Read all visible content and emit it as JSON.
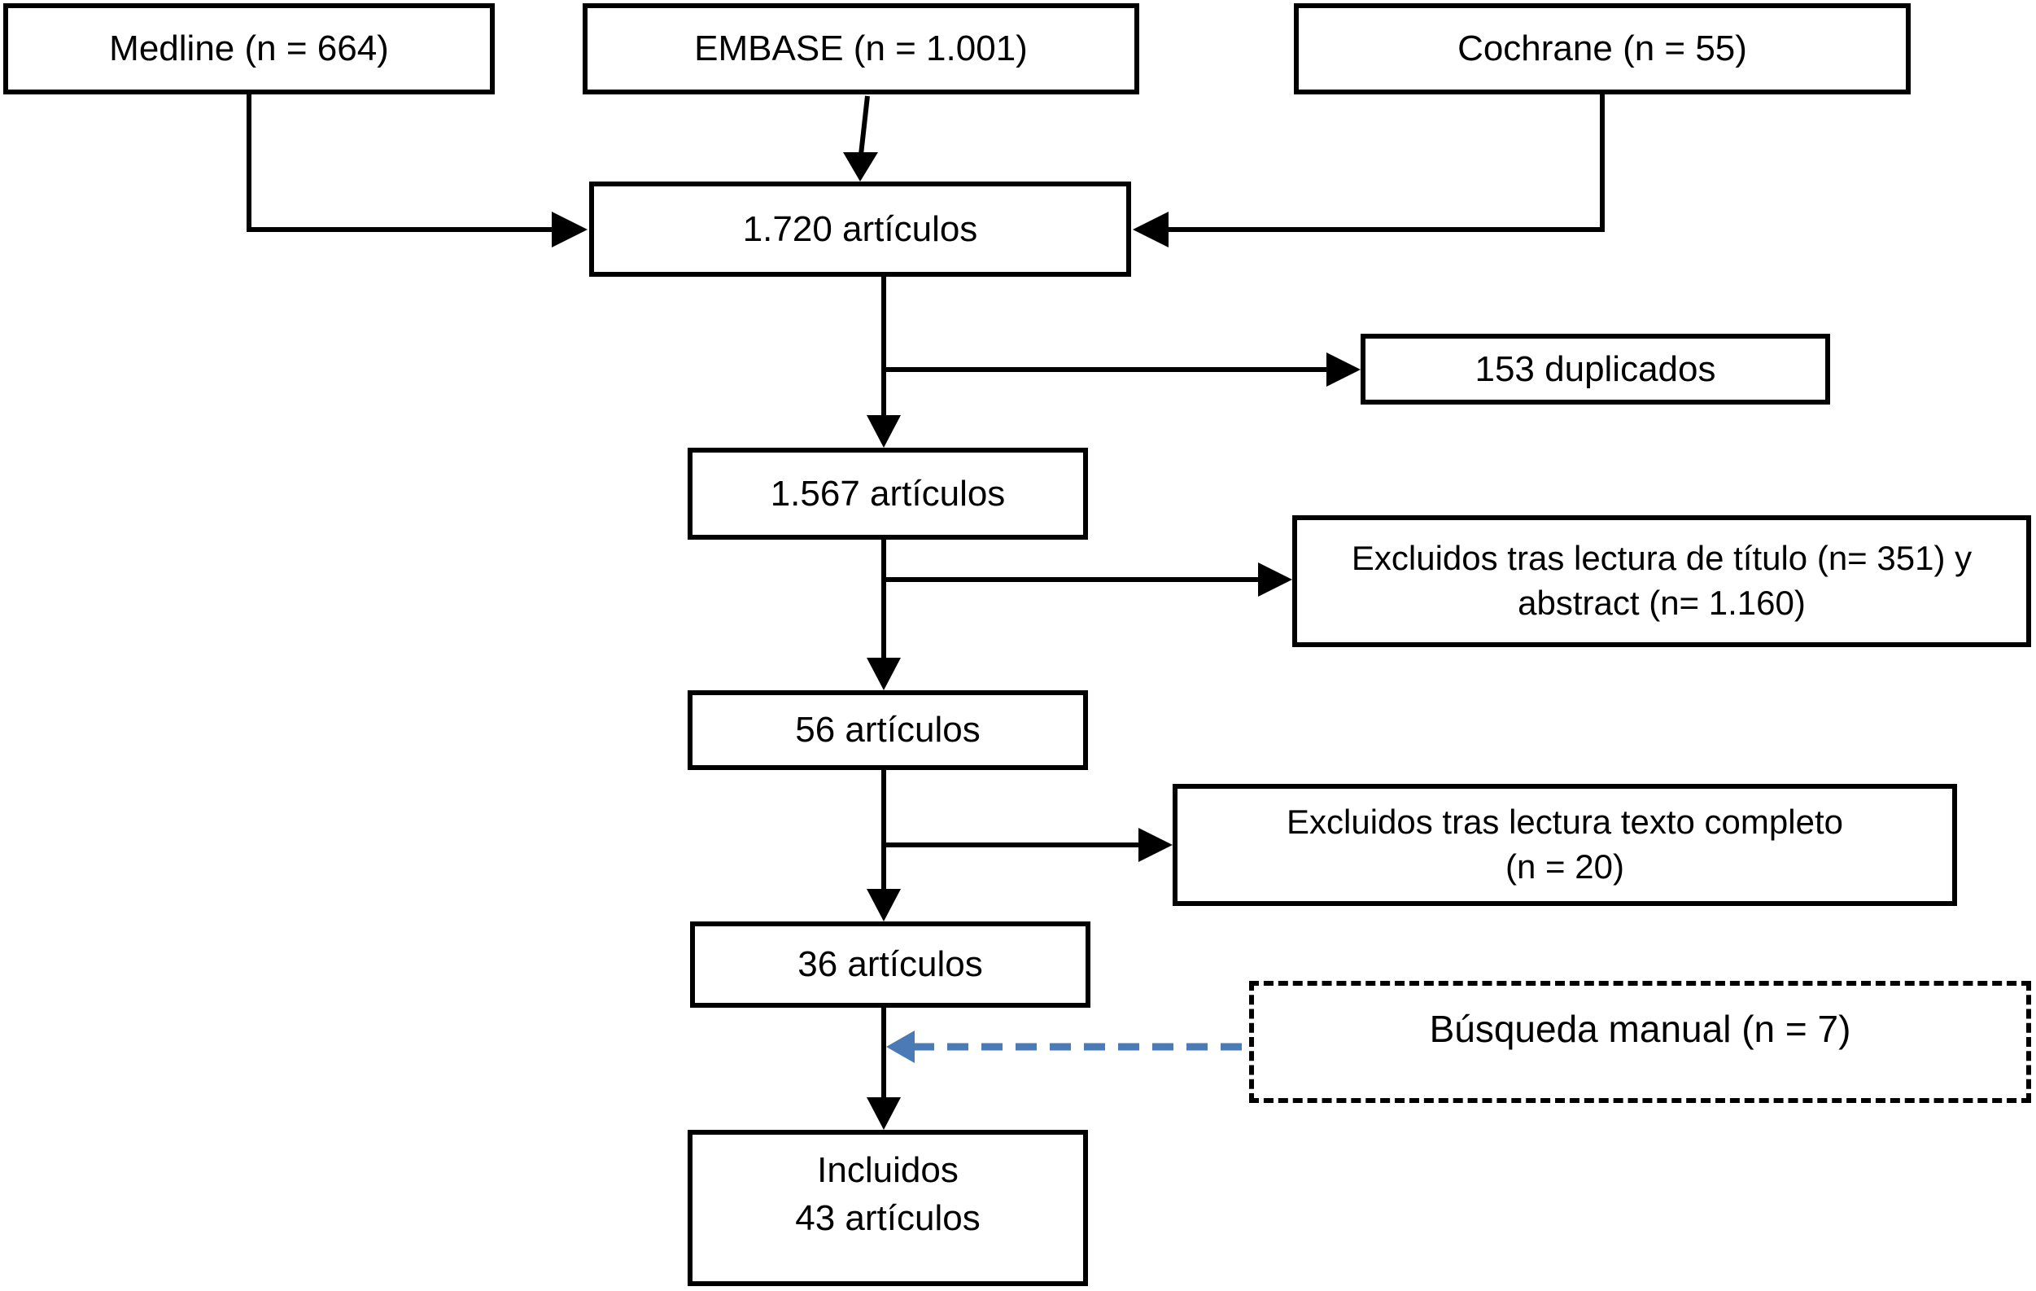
{
  "figure": {
    "type": "flow-diagram",
    "description": "Systematic review article selection flowchart (Spanish)",
    "background_color": "#ffffff",
    "line_color": "#000000",
    "manual_arrow_color": "#4a7bb7"
  },
  "boxes": {
    "medline": {
      "label": "Medline (n = 664)"
    },
    "embase": {
      "label": "EMBASE (n = 1.001)"
    },
    "cochrane": {
      "label": "Cochrane (n = 55)"
    },
    "pool": {
      "label": "1.720 artículos"
    },
    "duplicates": {
      "label": "153 duplicados"
    },
    "after_dedup": {
      "label": "1.567 artículos"
    },
    "excluded_title_abstract": {
      "lines": [
        "Excluidos tras lectura de título (n= 351) y",
        "abstract (n= 1.160)"
      ]
    },
    "after_title_abstract": {
      "label": "56 artículos"
    },
    "excluded_fulltext": {
      "lines": [
        "Excluidos tras lectura texto completo",
        "(n = 20)"
      ]
    },
    "after_fulltext": {
      "label": "36 artículos"
    },
    "manual_search": {
      "label": "Búsqueda manual (n = 7)"
    },
    "included": {
      "lines": [
        "Incluidos",
        "43 artículos"
      ]
    }
  },
  "edges": [
    {
      "from": "medline",
      "to": "pool",
      "style": "solid"
    },
    {
      "from": "embase",
      "to": "pool",
      "style": "solid"
    },
    {
      "from": "cochrane",
      "to": "pool",
      "style": "solid"
    },
    {
      "from": "pool",
      "to": "after_dedup",
      "style": "solid"
    },
    {
      "from": "pool",
      "to": "duplicates",
      "style": "solid"
    },
    {
      "from": "after_dedup",
      "to": "after_title_abstract",
      "style": "solid"
    },
    {
      "from": "after_dedup",
      "to": "excluded_title_abstract",
      "style": "solid"
    },
    {
      "from": "after_title_abstract",
      "to": "after_fulltext",
      "style": "solid"
    },
    {
      "from": "after_title_abstract",
      "to": "excluded_fulltext",
      "style": "solid"
    },
    {
      "from": "after_fulltext",
      "to": "included",
      "style": "solid"
    },
    {
      "from": "manual_search",
      "to": "after_fulltext-included-connector",
      "style": "dashed-blue"
    }
  ]
}
